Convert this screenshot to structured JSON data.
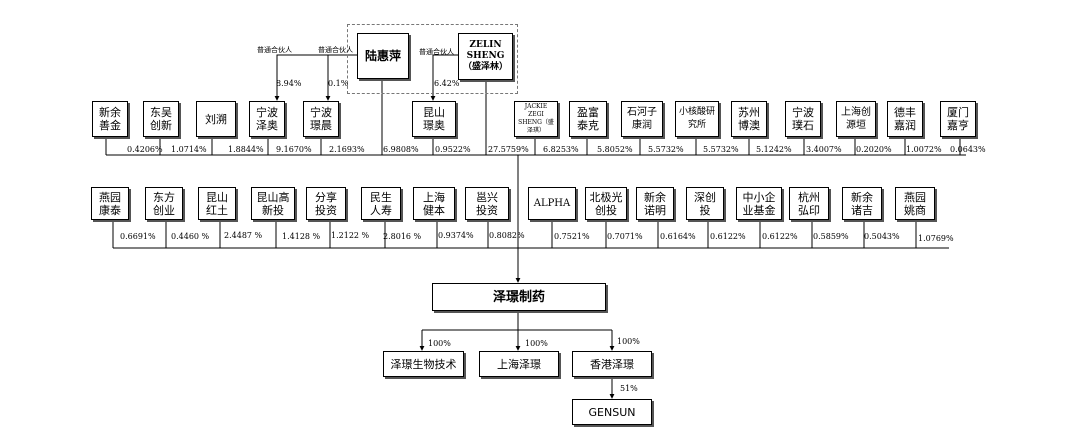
{
  "top_partners": {
    "lu_huiping": "陆惠萍",
    "zelin_sheng": "ZELIN SHENG（盛泽林）",
    "gp_label_1": "普通合伙人",
    "gp_label_2": "普通合伙人",
    "gp_label_3": "普通合伙人",
    "pct_ningbo_zeao": "8.94%",
    "pct_ningbo_jingchen": "0.1%",
    "pct_kunshan_jingao": "6.42%"
  },
  "row1": [
    {
      "name": "新余善金",
      "pct": "0.4206%"
    },
    {
      "name": "东吴创新",
      "pct": "1.0714%"
    },
    {
      "name": "刘溯",
      "pct": "1.8844%"
    },
    {
      "name": "宁波泽奥",
      "pct": "9.1670%"
    },
    {
      "name": "宁波璟晨",
      "pct": "2.1693%"
    },
    {
      "name": "陆惠萍",
      "pct": "6.9808%"
    },
    {
      "name": "昆山璟奥",
      "pct": "0.9522%"
    },
    {
      "name": "ZELIN SHENG",
      "pct": "27.5759%"
    },
    {
      "name": "JACKIE ZEGI SHENG（盛泽琪）",
      "pct": "6.8253%"
    },
    {
      "name": "盈富泰克",
      "pct": "5.8052%"
    },
    {
      "name": "石河子康润",
      "pct": "5.5732%"
    },
    {
      "name": "小核酸研究所",
      "pct": "5.5732%"
    },
    {
      "name": "苏州博澳",
      "pct": "5.1242%"
    },
    {
      "name": "宁波璞石",
      "pct": "3.4007%"
    },
    {
      "name": "上海创源垣",
      "pct": "0.2020%"
    },
    {
      "name": "德丰嘉润",
      "pct": "1.0072%"
    },
    {
      "name": "厦门嘉亨",
      "pct": "0.0643%"
    }
  ],
  "row2": [
    {
      "name": "燕园康泰",
      "pct": "0.6691%"
    },
    {
      "name": "东方创业",
      "pct": "0.4460 %"
    },
    {
      "name": "昆山红土",
      "pct": "2.4487 %"
    },
    {
      "name": "昆山高新投",
      "pct": "1.4128 %"
    },
    {
      "name": "分享投资",
      "pct": "1.2122 %"
    },
    {
      "name": "民生人寿",
      "pct": "2.8016 %"
    },
    {
      "name": "上海健本",
      "pct": "0.9374%"
    },
    {
      "name": "邕兴投资",
      "pct": "0.8082%"
    },
    {
      "name": "ALPHA",
      "pct": "0.7521%"
    },
    {
      "name": "北极光创投",
      "pct": "0.7071%"
    },
    {
      "name": "新余诺明",
      "pct": "0.6164%"
    },
    {
      "name": "深创投",
      "pct": "0.6122%"
    },
    {
      "name": "中小企业基金",
      "pct": "0.6122%"
    },
    {
      "name": "杭州弘印",
      "pct": "0.5859%"
    },
    {
      "name": "新余诸吉",
      "pct": "0.5043%"
    },
    {
      "name": "燕园姚商",
      "pct": "1.0769%"
    }
  ],
  "company": "泽璟制药",
  "subsidiaries": [
    {
      "name": "泽璟生物技术",
      "pct": "100%"
    },
    {
      "name": "上海泽璟",
      "pct": "100%"
    },
    {
      "name": "香港泽璟",
      "pct": "100%"
    }
  ],
  "gensun": {
    "name": "GENSUN",
    "pct": "51%"
  }
}
